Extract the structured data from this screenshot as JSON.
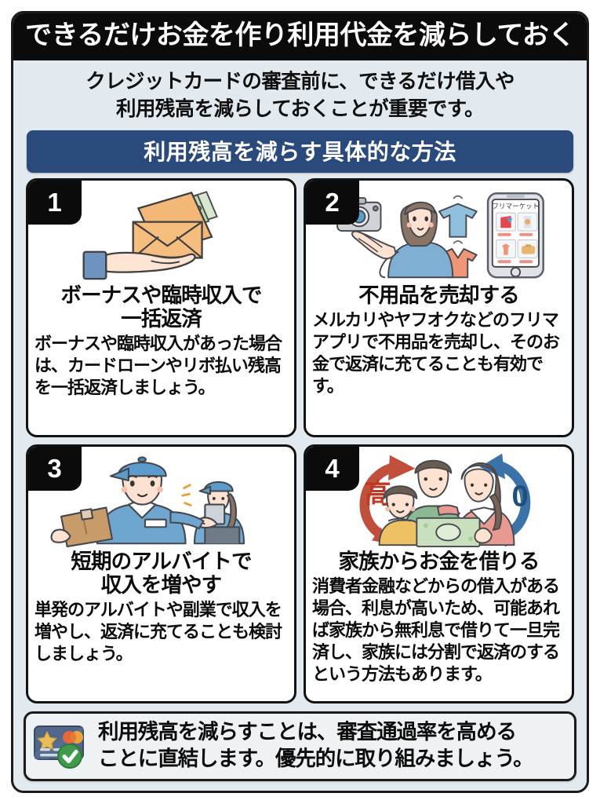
{
  "header": {
    "title": "できるだけお金を作り利用代金を減らしておく"
  },
  "lead": {
    "line1": "クレジットカードの審査前に、できるだけ借入や",
    "line2": "利用残高を減らしておくことが重要です。"
  },
  "banner": {
    "text": "利用残高を減らす具体的な方法"
  },
  "cards": [
    {
      "number": "1",
      "title_line1": "ボーナスや臨時収入で",
      "title_line2": "一括返済",
      "body": "ボーナスや臨時収入があった場合は、カードローンやリボ払い残高を一括返済しましょう。",
      "illustration": "envelope-cash-in-hand-illustration"
    },
    {
      "number": "2",
      "title_line1": "不用品を売却する",
      "title_line2": "",
      "body": "メルカリやヤフオクなどのフリマアプリで不用品を売却し、そのお金で返済に充てることも有効です。",
      "illustration": "woman-selling-clothes-on-marketplace-app-illustration",
      "phone_app_label": "フリマーケット"
    },
    {
      "number": "3",
      "title_line1": "短期のアルバイトで",
      "title_line2": "収入を増やす",
      "body": "単発のアルバイトや副業で収入を増やし、返済に充てることも検討しましょう。",
      "illustration": "delivery-workers-part-time-job-illustration"
    },
    {
      "number": "4",
      "title_line1": "家族からお金を借りる",
      "title_line2": "",
      "body": "消費者金融などからの借入がある場合、利息が高いため、可能あれば家族から無利息で借りて一旦完済し、家族には分割で返済のするという方法もあります。",
      "illustration": "family-lending-money-interest-comparison-illustration",
      "label_high_interest": "高",
      "label_zero_interest": "0"
    }
  ],
  "footer": {
    "line1": "利用残高を減らすことは、審査通過率を高める",
    "line2": "ことに直結します。優先的に取り組みましょう。",
    "icon": "credit-card-with-green-check-icon"
  },
  "colors": {
    "frame_background": "#e3eaef",
    "header_background": "#0b0b0b",
    "banner_navy": "#2a4a7c",
    "card_background": "#ffffff",
    "border_black": "#121212",
    "text_black": "#0c0c0c",
    "accent_red": "#c0392b",
    "accent_blue": "#3b72a8",
    "accent_green": "#3f9a4e",
    "envelope_orange": "#f0ad62",
    "money_green": "#b9d8b0",
    "uniform_blue": "#6fa3cc"
  }
}
